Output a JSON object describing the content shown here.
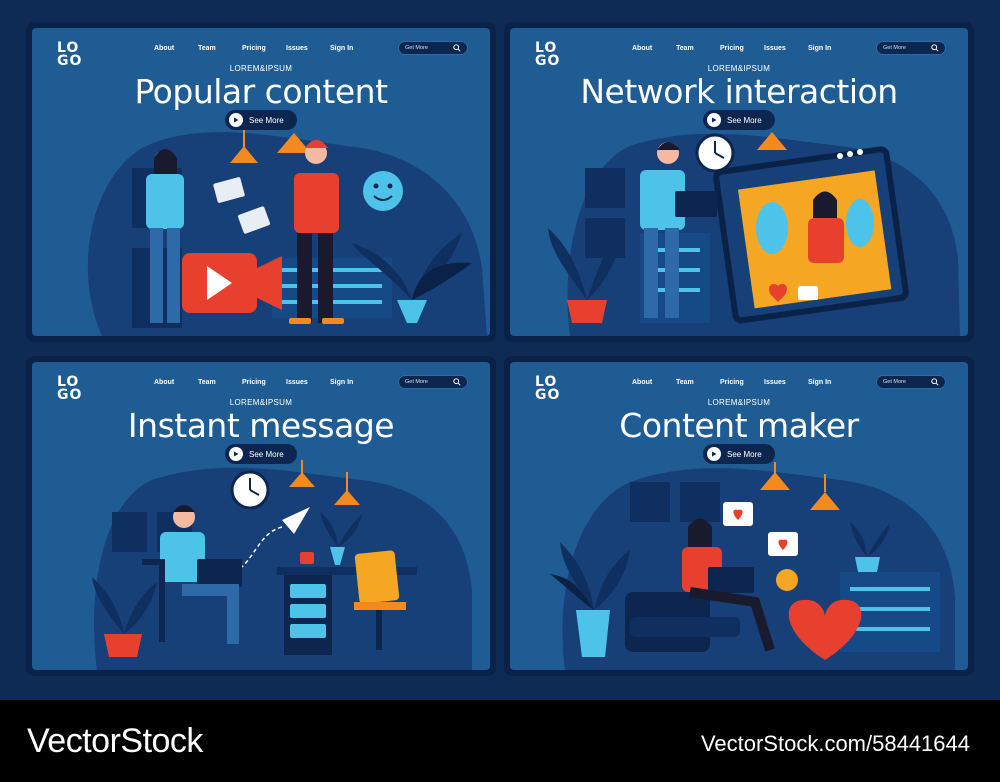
{
  "nav_items": [
    "About",
    "Team",
    "Pricing",
    "Issues",
    "Sign In"
  ],
  "search_placeholder": "Get More",
  "logo_text": [
    "LO",
    "GO"
  ],
  "cards": [
    {
      "kicker": "LOREM&IPSUM",
      "title": "Popular content",
      "cta": "See More"
    },
    {
      "kicker": "LOREM&IPSUM",
      "title": "Network interaction",
      "cta": "See More"
    },
    {
      "kicker": "LOREM&IPSUM",
      "title": "Instant message",
      "cta": "See More"
    },
    {
      "kicker": "LOREM&IPSUM",
      "title": "Content maker",
      "cta": "See More"
    }
  ],
  "footer": {
    "brand": "VectorStock",
    "image_id": "VectorStock.com/58441644"
  },
  "colors": {
    "card_background": "#1f5c94",
    "card_frame": "#0a2248",
    "scene_blob": "#173f78",
    "accent_orange": "#f28a1f",
    "accent_red": "#e8402e",
    "accent_cyan": "#4ec3ea"
  }
}
